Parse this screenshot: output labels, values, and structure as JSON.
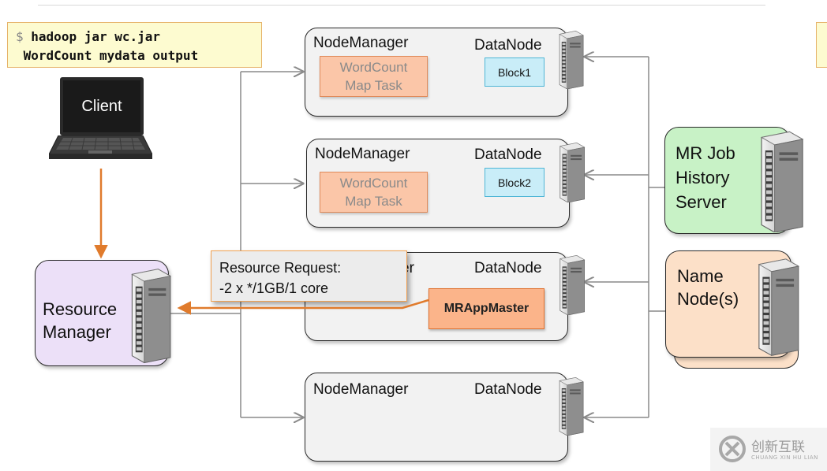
{
  "command": {
    "prompt": "$",
    "line1": "hadoop jar wc.jar",
    "line2": "WordCount mydata output"
  },
  "client": {
    "label": "Client"
  },
  "resource_manager": {
    "line1": "Resource",
    "line2": "Manager"
  },
  "request_callout": {
    "line1": "Resource Request:",
    "line2": "-2 x */1GB/1 core"
  },
  "nodes": [
    {
      "nodemanager": "NodeManager",
      "datanode": "DataNode",
      "task_line1": "WordCount",
      "task_line2": "Map Task",
      "block": "Block1"
    },
    {
      "nodemanager": "NodeManager",
      "datanode": "DataNode",
      "task_line1": "WordCount",
      "task_line2": "Map Task",
      "block": "Block2"
    },
    {
      "nodemanager_visible": "er",
      "datanode": "DataNode",
      "app_master": "MRAppMaster"
    },
    {
      "nodemanager": "NodeManager",
      "datanode": "DataNode"
    }
  ],
  "history_server": {
    "line1": "MR Job",
    "line2": "History",
    "line3": "Server"
  },
  "name_node": {
    "line1": "Name",
    "line2": "Node(s)"
  },
  "watermark": {
    "text": "创新互联",
    "subtext": "CHUANG XIN HU LIAN"
  },
  "colors": {
    "flow_arrow": "#e07b2c",
    "connector": "#8a8a8a",
    "task_fill": "#fbc6a8",
    "block_fill": "#c9edf8",
    "rm_fill": "#ece0f8",
    "history_fill": "#c8f2c6",
    "namenode_fill": "#fce0c8",
    "command_fill": "#fdfbd0"
  }
}
